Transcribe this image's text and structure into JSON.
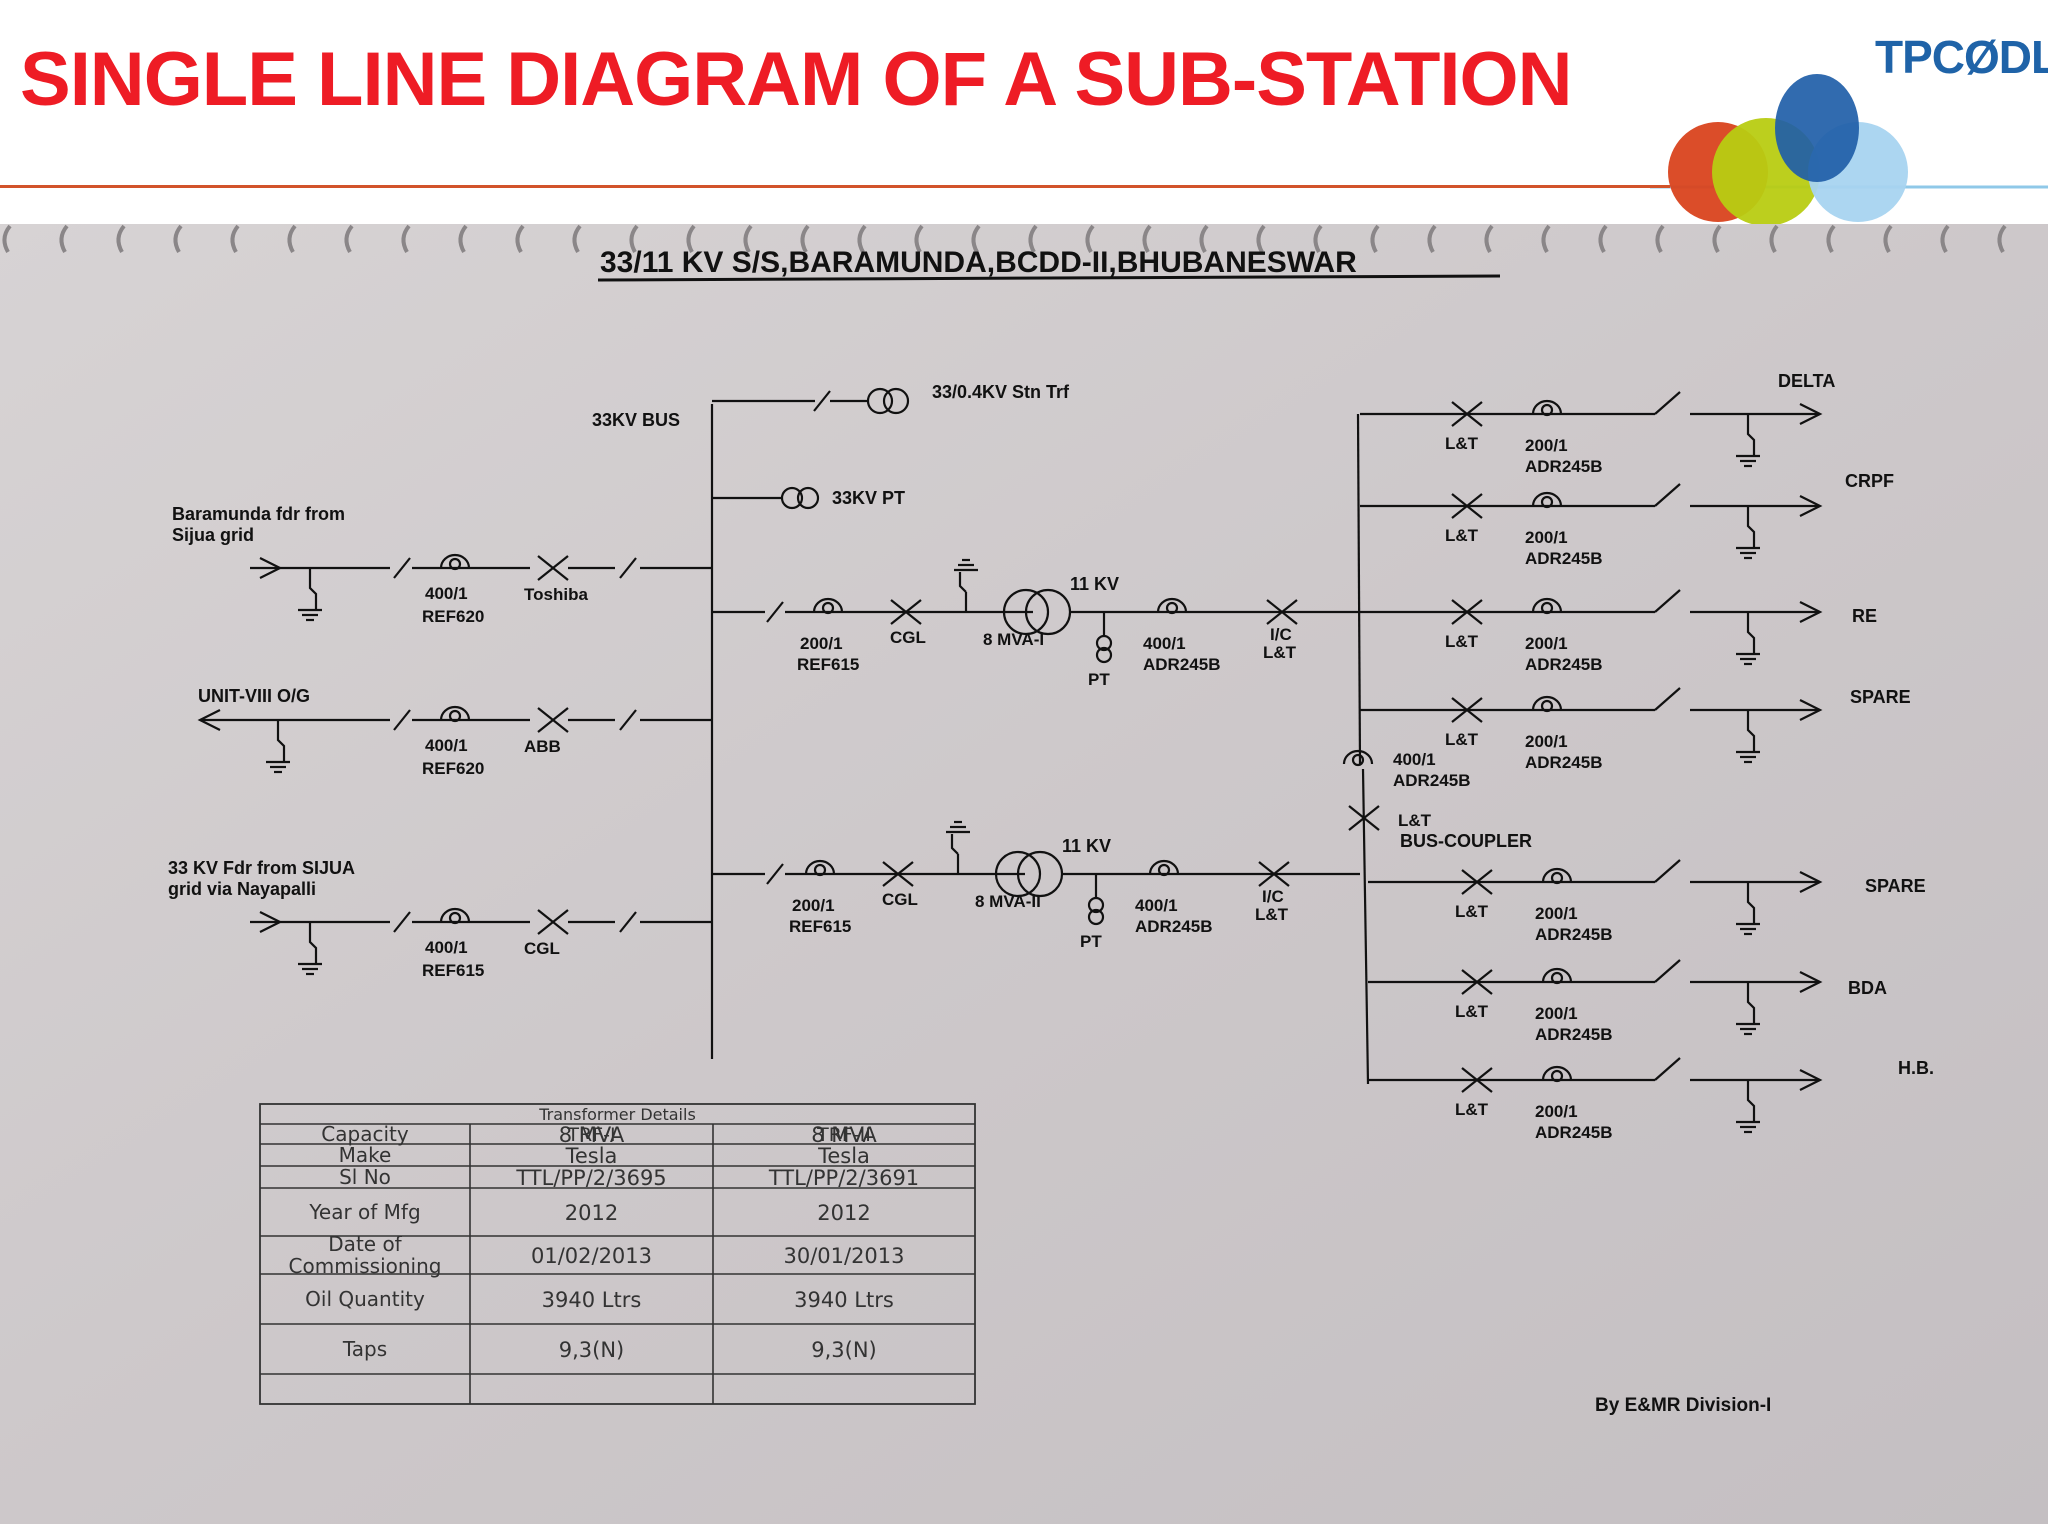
{
  "slide": {
    "title": "SINGLE LINE DIAGRAM OF A SUB-STATION",
    "logo": "TPCØDL",
    "colors": {
      "title": "#ee1c25",
      "logo_text": "#1f63a8",
      "rule": "#d2532a"
    }
  },
  "diagram": {
    "heading": "33/11 KV S/S,BARAMUNDA,BCDD-II,BHUBANESWAR",
    "bus_33kv": "33KV BUS",
    "stn_trf": "33/0.4KV Stn Trf",
    "pt_33kv": "33KV PT",
    "incomers": [
      {
        "line1": "Baramunda fdr from",
        "line2": "Sijua grid",
        "ct": "400/1",
        "relay": "REF620",
        "breaker": "Toshiba"
      },
      {
        "line1": "UNIT-VIII O/G",
        "line2": "",
        "ct": "400/1",
        "relay": "REF620",
        "breaker": "ABB"
      },
      {
        "line1": "33 KV Fdr from SIJUA",
        "line2": "grid  via Nayapalli",
        "ct": "400/1",
        "relay": "REF615",
        "breaker": "CGL"
      }
    ],
    "transformers": [
      {
        "ct": "200/1",
        "relay": "REF615",
        "breaker": "CGL",
        "name": "8 MVA-I",
        "voltage": "11 KV",
        "pt": "PT",
        "ct_lv": "400/1",
        "relay_lv": "ADR245B",
        "ic1": "I/C",
        "ic2": "L&T"
      },
      {
        "ct": "200/1",
        "relay": "REF615",
        "breaker": "CGL",
        "name": "8 MVA-II",
        "voltage": "11 KV",
        "pt": "PT",
        "ct_lv": "400/1",
        "relay_lv": "ADR245B",
        "ic1": "I/C",
        "ic2": "L&T"
      }
    ],
    "bus_coupler": {
      "ct": "400/1",
      "relay": "ADR245B",
      "breaker": "L&T",
      "label": "BUS-COUPLER"
    },
    "feeders": [
      {
        "name": "DELTA",
        "breaker": "L&T",
        "ct": "200/1",
        "relay": "ADR245B"
      },
      {
        "name": "CRPF",
        "breaker": "L&T",
        "ct": "200/1",
        "relay": "ADR245B"
      },
      {
        "name": "RE",
        "breaker": "L&T",
        "ct": "200/1",
        "relay": "ADR245B"
      },
      {
        "name": "SPARE",
        "breaker": "L&T",
        "ct": "200/1",
        "relay": "ADR245B"
      },
      {
        "name": "SPARE",
        "breaker": "L&T",
        "ct": "200/1",
        "relay": "ADR245B"
      },
      {
        "name": "BDA",
        "breaker": "L&T",
        "ct": "200/1",
        "relay": "ADR245B"
      },
      {
        "name": "H.B.",
        "breaker": "L&T",
        "ct": "200/1",
        "relay": "ADR245B"
      }
    ],
    "credit": "By E&MR Division-I"
  },
  "table": {
    "title": "Transformer Details",
    "columns": [
      "",
      "TRF-I",
      "TRF-II"
    ],
    "rows": [
      {
        "label": [
          "Capacity"
        ],
        "trf1": "8 MVA",
        "trf2": "8 MVA"
      },
      {
        "label": [
          "Make"
        ],
        "trf1": "Tesla",
        "trf2": "Tesla"
      },
      {
        "label": [
          "Sl No"
        ],
        "trf1": "TTL/PP/2/3695",
        "trf2": "TTL/PP/2/3691"
      },
      {
        "label": [
          "Year of Mfg"
        ],
        "trf1": "2012",
        "trf2": "2012"
      },
      {
        "label": [
          "Date of",
          "Commissioning"
        ],
        "trf1": "01/02/2013",
        "trf2": "30/01/2013"
      },
      {
        "label": [
          "Oil Quantity"
        ],
        "trf1": "3940 Ltrs",
        "trf2": "3940 Ltrs"
      },
      {
        "label": [
          "Taps"
        ],
        "trf1": "9,3(N)",
        "trf2": "9,3(N)"
      }
    ]
  }
}
